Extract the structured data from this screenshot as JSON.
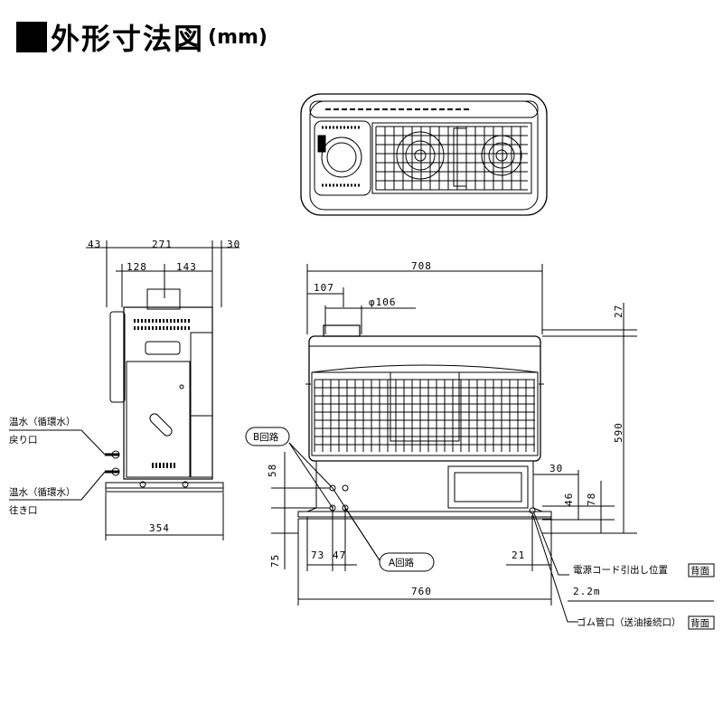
{
  "title": {
    "text": "外形寸法図",
    "unit": "(mm)"
  },
  "side_view": {
    "dims": {
      "back_offset": "43",
      "depth": "271",
      "front_offset": "30",
      "seg_a": "128",
      "seg_b": "143",
      "base_depth": "354"
    },
    "labels": {
      "return_line1": "温水（循環水）",
      "return_line2": "戻り口",
      "supply_line1": "温水（循環水）",
      "supply_line2": "往き口"
    }
  },
  "front_view": {
    "dims": {
      "width": "708",
      "flue_offset": "107",
      "flue_diameter": "φ106",
      "top_offset": "27",
      "height": "590",
      "base_width": "760",
      "base_height": "75",
      "pipe_gap": "58",
      "pipe_a": "73",
      "pipe_b": "47",
      "right_offset": "21",
      "cord_height": "30",
      "hose_h1": "46",
      "hose_h2": "78"
    },
    "labels": {
      "circuit_b": "B回路",
      "circuit_a": "A回路",
      "cord_position": "電源コード引出し位置",
      "cord_length": "2.2m",
      "rubber_tube": "ゴム管口（送油接続口）",
      "back_tag": "背面"
    }
  }
}
